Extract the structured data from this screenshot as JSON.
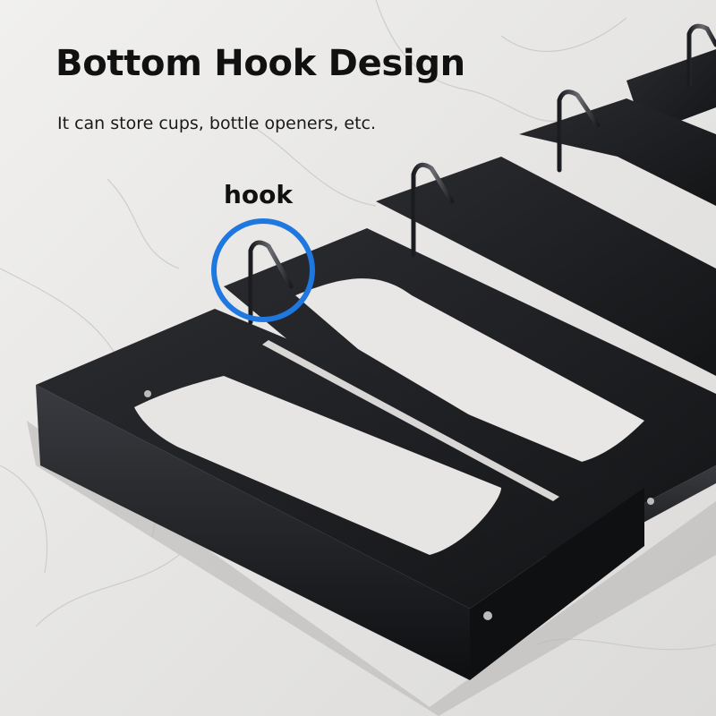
{
  "headline": "Bottom Hook Design",
  "subtitle": "It can store cups, bottle openers, etc.",
  "callout": {
    "label": "hook",
    "ring_color": "#1e78e0"
  },
  "colors": {
    "marble": "#e9e8e6",
    "rack_metal": "#1c1d20",
    "text": "#111111"
  }
}
